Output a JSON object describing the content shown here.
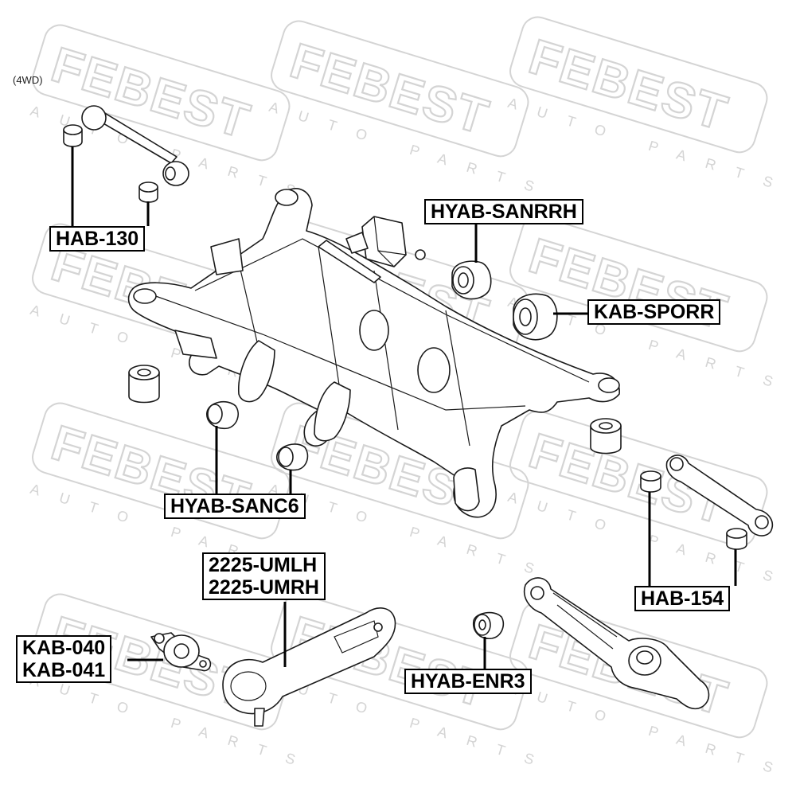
{
  "watermark": {
    "brand": "FEBEST",
    "sub": "AUTO PARTS"
  },
  "note": "(4WD)",
  "labels": {
    "hab130": "HAB-130",
    "hyab_sanrrh": "HYAB-SANRRH",
    "kab_sporr": "KAB-SPORR",
    "hyab_sanc6": "HYAB-SANC6",
    "hab154": "HAB-154",
    "umlh": "2225-UMLH",
    "umrh": "2225-UMRH",
    "kab040": "KAB-040",
    "kab041": "KAB-041",
    "hyab_enr3": "HYAB-ENR3"
  },
  "colors": {
    "line": "#000000",
    "watermark": "#d4d4d4",
    "background": "#ffffff"
  }
}
